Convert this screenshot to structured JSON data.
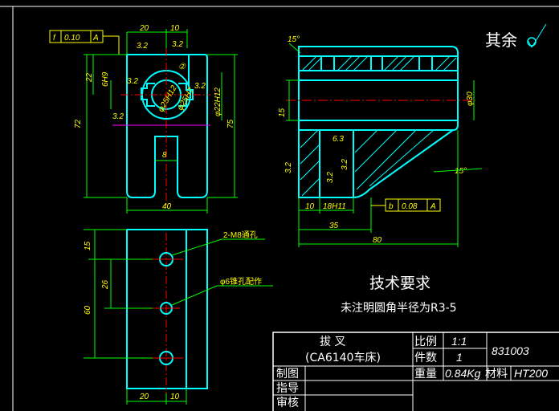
{
  "colors": {
    "background": "#000000",
    "outline": "#00ffff",
    "dimension": "#00ff00",
    "text_dim": "#ffff00",
    "centerline": "#ff0000",
    "hidden": "#ff00ff",
    "text": "#ffffff",
    "frame": "#ffffff"
  },
  "surface_note": "其余",
  "front_view": {
    "tolerance_box": [
      "f",
      "0.10",
      "A"
    ],
    "dims": {
      "top_left": "20",
      "top_right": "10",
      "rough1": "3.2",
      "rough2": "3.2",
      "rough3": "3.2",
      "rough4": "3.2",
      "v22": "22",
      "h8": "6H9",
      "h_left": "72",
      "h_right": "75",
      "ring": "φ25H12",
      "bore": "φ25H7",
      "bore2": "φ22H12",
      "slot": "8",
      "width": "40",
      "rough_small": "3.2",
      "circle_label": "②"
    }
  },
  "side_view": {
    "angle_top": "15°",
    "angle_bottom": "15°",
    "h15": "15",
    "dia": "φ30",
    "rough_a": "6.3",
    "rough_b": "3.2",
    "rough_c": "3.2",
    "rough_d": "3.2",
    "d10": "10",
    "d18": "18H11",
    "d35": "35",
    "d80": "80",
    "tolerance_box": [
      "b",
      "0.08",
      "A"
    ]
  },
  "bottom_view": {
    "d15": "15",
    "d26": "26",
    "d60": "60",
    "d20": "20",
    "d10": "10",
    "note1": "2-M8通孔",
    "note2": "φ6锥孔配作"
  },
  "tech_req": {
    "title": "技术要求",
    "line1": "未注明圆角半径为R3-5"
  },
  "title_block": {
    "part_name": "拔  叉",
    "machine": "(CA6140车床)",
    "scale_label": "比例",
    "scale_value": "1:1",
    "count_label": "件数",
    "count_value": "1",
    "weight_label": "重量",
    "weight_value": "0.84Kg",
    "material_label": "材料",
    "material_value": "HT200",
    "drawing_no": "831003",
    "row1": "制图",
    "row2": "指导",
    "row3": "审核"
  }
}
